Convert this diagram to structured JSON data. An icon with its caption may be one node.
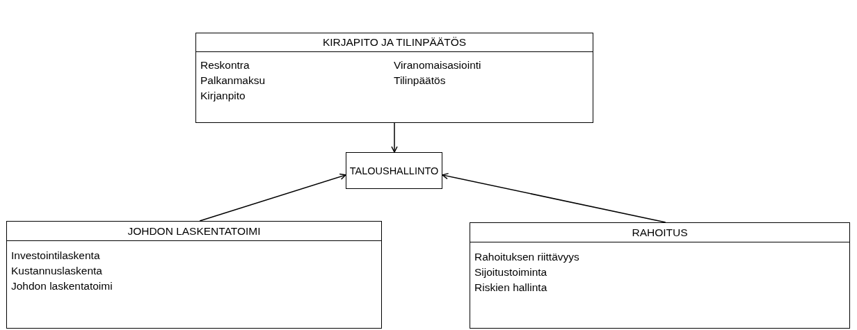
{
  "diagram": {
    "nodes": [
      {
        "text": [
          "KIRJAPITO JA TILINPÄÄTÖS",
          "Reskontra",
          "Palkanmaksu",
          "Kirjanpito",
          "Viranomaisasiointi",
          "Tilinpäätös"
        ]
      },
      {
        "text": [
          "TALOUSHALLINTO"
        ]
      },
      {
        "text": [
          "JOHDON LASKENTATOIMI",
          "Investointilaskenta",
          "Kustannuslaskenta",
          "Johdon laskentatoimi"
        ]
      },
      {
        "text": [
          "RAHOITUS",
          "Rahoituksen riittävyys",
          "Sijoitustoiminta",
          "Riskien hallinta"
        ]
      }
    ],
    "edges": [
      {
        "from": 0,
        "to": 1,
        "arrow": "to"
      },
      {
        "from": 2,
        "to": 1,
        "arrow": "to"
      },
      {
        "from": 3,
        "to": 1,
        "arrow": "to"
      }
    ]
  }
}
